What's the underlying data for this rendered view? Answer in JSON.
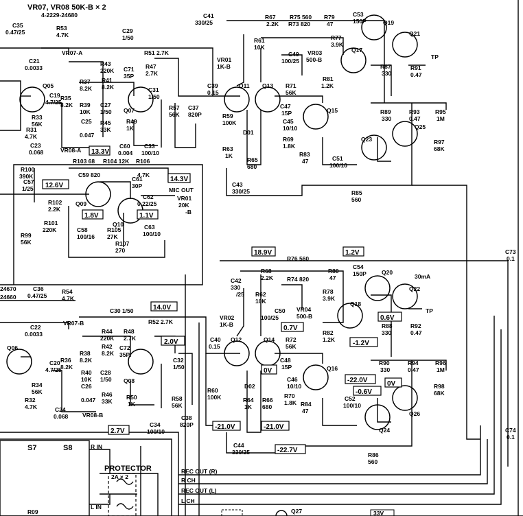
{
  "header": {
    "title": "VR07, VR08  50K-B × 2",
    "part_number": "4-2229-24680"
  },
  "voltage_boxes": [
    {
      "id": "v1",
      "text": "13.3V"
    },
    {
      "id": "v2",
      "text": "12.6V"
    },
    {
      "id": "v3",
      "text": "1.8V"
    },
    {
      "id": "v4",
      "text": "1.1V"
    },
    {
      "id": "v5",
      "text": "14.3V"
    },
    {
      "id": "v6",
      "text": "18.9V"
    },
    {
      "id": "v7",
      "text": "1.2V"
    },
    {
      "id": "v8",
      "text": "14.0V"
    },
    {
      "id": "v9",
      "text": "2.0V"
    },
    {
      "id": "v10",
      "text": "0.7V"
    },
    {
      "id": "v11",
      "text": "0V"
    },
    {
      "id": "v12",
      "text": "0.6V"
    },
    {
      "id": "v13",
      "text": "-1.2V"
    },
    {
      "id": "v14",
      "text": "-22.0V"
    },
    {
      "id": "v15",
      "text": "-0.6V"
    },
    {
      "id": "v16",
      "text": "0V"
    },
    {
      "id": "v17",
      "text": "2.7V"
    },
    {
      "id": "v18",
      "text": "-21.0V"
    },
    {
      "id": "v19",
      "text": "-21.0V"
    },
    {
      "id": "v20",
      "text": "-22.7V"
    }
  ],
  "transistors": [
    "Q05",
    "Q07",
    "Q09",
    "Q10",
    "Q11",
    "Q13",
    "Q15",
    "Q17",
    "Q19",
    "Q21",
    "Q23",
    "Q25",
    "Q06",
    "Q08",
    "Q12",
    "Q14",
    "Q16",
    "Q18",
    "Q20",
    "Q22",
    "Q24",
    "Q26",
    "Q27"
  ],
  "labels": [
    {
      "id": "c35",
      "text": "C35"
    },
    {
      "id": "c35v",
      "text": "0.47/25"
    },
    {
      "id": "r53",
      "text": "R53"
    },
    {
      "id": "r53v",
      "text": "4.7K"
    },
    {
      "id": "c21",
      "text": "C21"
    },
    {
      "id": "c21v",
      "text": "0.0033"
    },
    {
      "id": "vr07a",
      "text": "VR07-A"
    },
    {
      "id": "c29",
      "text": "C29"
    },
    {
      "id": "c29v",
      "text": "1/50"
    },
    {
      "id": "r51",
      "text": "R51  2.7K"
    },
    {
      "id": "r43",
      "text": "R43"
    },
    {
      "id": "r43v",
      "text": "220K"
    },
    {
      "id": "c71",
      "text": "C71"
    },
    {
      "id": "c71v",
      "text": "35P"
    },
    {
      "id": "r47",
      "text": "R47"
    },
    {
      "id": "r47v",
      "text": "2.7K"
    },
    {
      "id": "r37",
      "text": "R37"
    },
    {
      "id": "r37v",
      "text": "8.2K"
    },
    {
      "id": "r41",
      "text": "R41"
    },
    {
      "id": "r41v",
      "text": "8.2K"
    },
    {
      "id": "c31",
      "text": "C31"
    },
    {
      "id": "c31v",
      "text": "1/50"
    },
    {
      "id": "c19",
      "text": "C19"
    },
    {
      "id": "c19v",
      "text": "4.7/25"
    },
    {
      "id": "r35",
      "text": "R35"
    },
    {
      "id": "r35v",
      "text": "8.2K"
    },
    {
      "id": "r39",
      "text": "R39"
    },
    {
      "id": "r39v",
      "text": "10K"
    },
    {
      "id": "c27",
      "text": "C27"
    },
    {
      "id": "c27v",
      "text": "1/50"
    },
    {
      "id": "r57",
      "text": "R57"
    },
    {
      "id": "r57v",
      "text": "56K"
    },
    {
      "id": "c37",
      "text": "C37"
    },
    {
      "id": "c37v",
      "text": "820P"
    },
    {
      "id": "r33",
      "text": "R33"
    },
    {
      "id": "r33v",
      "text": "56K"
    },
    {
      "id": "c25",
      "text": "C25"
    },
    {
      "id": "c25v",
      "text": "0.047"
    },
    {
      "id": "r45",
      "text": "R45"
    },
    {
      "id": "r45v",
      "text": "33K"
    },
    {
      "id": "r49",
      "text": "R49"
    },
    {
      "id": "r49v",
      "text": "1K"
    },
    {
      "id": "r31",
      "text": "R31"
    },
    {
      "id": "r31v",
      "text": "4.7K"
    },
    {
      "id": "c23",
      "text": "C23"
    },
    {
      "id": "c23v",
      "text": "0.068"
    },
    {
      "id": "vr08a",
      "text": "VR08-A"
    },
    {
      "id": "c60",
      "text": "C60"
    },
    {
      "id": "c60v",
      "text": "0.004"
    },
    {
      "id": "c33",
      "text": "C33"
    },
    {
      "id": "c33v",
      "text": "100/10"
    },
    {
      "id": "r100",
      "text": "R100"
    },
    {
      "id": "r100v",
      "text": "390K"
    },
    {
      "id": "c57",
      "text": "C57"
    },
    {
      "id": "c57v",
      "text": "1/25"
    },
    {
      "id": "r103",
      "text": "R103  68"
    },
    {
      "id": "r104",
      "text": "R104  12K"
    },
    {
      "id": "r106",
      "text": "R106"
    },
    {
      "id": "c59",
      "text": "C59  820"
    },
    {
      "id": "r106v",
      "text": "4.7K"
    },
    {
      "id": "c61",
      "text": "C61"
    },
    {
      "id": "c61v",
      "text": "30P"
    },
    {
      "id": "micout",
      "text": "MIC OUT"
    },
    {
      "id": "vr01b",
      "text": "VR01"
    },
    {
      "id": "vr01bv",
      "text": "20K"
    },
    {
      "id": "vr01bb",
      "text": "-B"
    },
    {
      "id": "r102",
      "text": "R102"
    },
    {
      "id": "r102v",
      "text": "2.2K"
    },
    {
      "id": "c62",
      "text": "C62"
    },
    {
      "id": "c62v",
      "text": "0.22/25"
    },
    {
      "id": "r101",
      "text": "R101"
    },
    {
      "id": "r101v",
      "text": "220K"
    },
    {
      "id": "c58",
      "text": "C58"
    },
    {
      "id": "c58v",
      "text": "100/16"
    },
    {
      "id": "r105",
      "text": "R105"
    },
    {
      "id": "r105v",
      "text": "27K"
    },
    {
      "id": "c63",
      "text": "C63"
    },
    {
      "id": "c63v",
      "text": "100/10"
    },
    {
      "id": "r99",
      "text": "R99"
    },
    {
      "id": "r99v",
      "text": "56K"
    },
    {
      "id": "r107",
      "text": "R107"
    },
    {
      "id": "r107v",
      "text": "270"
    },
    {
      "id": "c41",
      "text": "C41"
    },
    {
      "id": "c41v",
      "text": "330/25"
    },
    {
      "id": "r67",
      "text": "R67"
    },
    {
      "id": "r67v",
      "text": "2.2K"
    },
    {
      "id": "r75",
      "text": "R75  560"
    },
    {
      "id": "r73",
      "text": "R73  820"
    },
    {
      "id": "r79",
      "text": "R79"
    },
    {
      "id": "r79v",
      "text": "47"
    },
    {
      "id": "c53",
      "text": "C53"
    },
    {
      "id": "c53v",
      "text": "150P"
    },
    {
      "id": "r61",
      "text": "R61"
    },
    {
      "id": "r61v",
      "text": "10K"
    },
    {
      "id": "r77",
      "text": "R77"
    },
    {
      "id": "r77v",
      "text": "3.9K"
    },
    {
      "id": "c49",
      "text": "C49"
    },
    {
      "id": "c49v",
      "text": "100/25"
    },
    {
      "id": "vr03",
      "text": "VR03"
    },
    {
      "id": "vr03v",
      "text": "500-B"
    },
    {
      "id": "tp1",
      "text": "TP"
    },
    {
      "id": "vr01",
      "text": "VR01"
    },
    {
      "id": "vr01v",
      "text": "1K-B"
    },
    {
      "id": "r87",
      "text": "R87"
    },
    {
      "id": "r87v",
      "text": "330"
    },
    {
      "id": "r91",
      "text": "R91"
    },
    {
      "id": "r91v",
      "text": "0.47"
    },
    {
      "id": "r81",
      "text": "R81"
    },
    {
      "id": "r81v",
      "text": "1.2K"
    },
    {
      "id": "c39",
      "text": "C39"
    },
    {
      "id": "c39v",
      "text": "0.15"
    },
    {
      "id": "r71",
      "text": "R71"
    },
    {
      "id": "r71v",
      "text": "56K"
    },
    {
      "id": "c47",
      "text": "C47"
    },
    {
      "id": "c47v",
      "text": "15P"
    },
    {
      "id": "r59",
      "text": "R59"
    },
    {
      "id": "r59v",
      "text": "100K"
    },
    {
      "id": "c45",
      "text": "C45"
    },
    {
      "id": "c45v",
      "text": "10/10"
    },
    {
      "id": "d01",
      "text": "D01"
    },
    {
      "id": "r89",
      "text": "R89"
    },
    {
      "id": "r89v",
      "text": "330"
    },
    {
      "id": "r93",
      "text": "R93"
    },
    {
      "id": "r93v",
      "text": "0.47"
    },
    {
      "id": "r95",
      "text": "R95"
    },
    {
      "id": "r95v",
      "text": "1M"
    },
    {
      "id": "r69",
      "text": "R69"
    },
    {
      "id": "r69v",
      "text": "1.8K"
    },
    {
      "id": "r97",
      "text": "R97"
    },
    {
      "id": "r97v",
      "text": "68K"
    },
    {
      "id": "r63",
      "text": "R63"
    },
    {
      "id": "r63v",
      "text": "1K"
    },
    {
      "id": "r83",
      "text": "R83"
    },
    {
      "id": "r83v",
      "text": "47"
    },
    {
      "id": "c51",
      "text": "C51"
    },
    {
      "id": "c51v",
      "text": "100/10"
    },
    {
      "id": "r65",
      "text": "R65"
    },
    {
      "id": "r65v",
      "text": "680"
    },
    {
      "id": "c43",
      "text": "C43"
    },
    {
      "id": "c43v",
      "text": "330/25"
    },
    {
      "id": "r85",
      "text": "R85"
    },
    {
      "id": "r85v",
      "text": "560"
    },
    {
      "id": "c73",
      "text": "C73"
    },
    {
      "id": "c73v",
      "text": "0.1"
    },
    {
      "id": "r76",
      "text": "R76  560"
    },
    {
      "id": "c42",
      "text": "C42"
    },
    {
      "id": "c42v",
      "text": "330"
    },
    {
      "id": "c42w",
      "text": "/25"
    },
    {
      "id": "r68",
      "text": "R68"
    },
    {
      "id": "r68v",
      "text": "2.2K"
    },
    {
      "id": "r74",
      "text": "R74  820"
    },
    {
      "id": "r80",
      "text": "R80"
    },
    {
      "id": "r80v",
      "text": "47"
    },
    {
      "id": "c54",
      "text": "C54"
    },
    {
      "id": "c54v",
      "text": "150P"
    },
    {
      "id": "i30",
      "text": "30mA"
    },
    {
      "id": "r62",
      "text": "R62"
    },
    {
      "id": "r62v",
      "text": "10K"
    },
    {
      "id": "r78",
      "text": "R78"
    },
    {
      "id": "r78v",
      "text": "3.9K"
    },
    {
      "id": "c36",
      "text": "C36"
    },
    {
      "id": "c36v",
      "text": "0.47/25"
    },
    {
      "id": "r54",
      "text": "R54"
    },
    {
      "id": "r54v",
      "text": "4.7K"
    },
    {
      "id": "n24670",
      "text": "24670"
    },
    {
      "id": "n24660",
      "text": "24660"
    },
    {
      "id": "c50",
      "text": "C50"
    },
    {
      "id": "c50v",
      "text": "100/25"
    },
    {
      "id": "vr04",
      "text": "VR04"
    },
    {
      "id": "vr04v",
      "text": "500-B"
    },
    {
      "id": "tp2",
      "text": "TP"
    },
    {
      "id": "c30",
      "text": "C30  1/50"
    },
    {
      "id": "c22",
      "text": "C22"
    },
    {
      "id": "c22v",
      "text": "0.0033"
    },
    {
      "id": "vr07b",
      "text": "VR07-B"
    },
    {
      "id": "r44",
      "text": "R44"
    },
    {
      "id": "r44v",
      "text": "220K"
    },
    {
      "id": "r48",
      "text": "R48"
    },
    {
      "id": "r48v",
      "text": "2.7K"
    },
    {
      "id": "r52",
      "text": "R52  2.7K"
    },
    {
      "id": "vr02",
      "text": "VR02"
    },
    {
      "id": "vr02v",
      "text": "1K-B"
    },
    {
      "id": "r82",
      "text": "R82"
    },
    {
      "id": "r82v",
      "text": "1.2K"
    },
    {
      "id": "r88",
      "text": "R88"
    },
    {
      "id": "r88v",
      "text": "330"
    },
    {
      "id": "r92",
      "text": "R92"
    },
    {
      "id": "r92v",
      "text": "0.47"
    },
    {
      "id": "r38",
      "text": "R38"
    },
    {
      "id": "r38v",
      "text": "8.2K"
    },
    {
      "id": "r42",
      "text": "R42"
    },
    {
      "id": "r42v",
      "text": "8.2K"
    },
    {
      "id": "c72",
      "text": "C72"
    },
    {
      "id": "c72v",
      "text": "35P"
    },
    {
      "id": "c32",
      "text": "C32"
    },
    {
      "id": "c32v",
      "text": "1/50"
    },
    {
      "id": "c40",
      "text": "C40"
    },
    {
      "id": "c40v",
      "text": "0.15"
    },
    {
      "id": "r72",
      "text": "R72"
    },
    {
      "id": "r72v",
      "text": "56K"
    },
    {
      "id": "c48",
      "text": "C48"
    },
    {
      "id": "c48v",
      "text": "15P"
    },
    {
      "id": "c20",
      "text": "C20"
    },
    {
      "id": "c20v",
      "text": "4.7/25"
    },
    {
      "id": "r36",
      "text": "R36"
    },
    {
      "id": "r36v",
      "text": "8.2K"
    },
    {
      "id": "r40",
      "text": "R40"
    },
    {
      "id": "r40v",
      "text": "10K"
    },
    {
      "id": "c28",
      "text": "C28"
    },
    {
      "id": "c28v",
      "text": "1/50"
    },
    {
      "id": "r90",
      "text": "R90"
    },
    {
      "id": "r90v",
      "text": "330"
    },
    {
      "id": "r94",
      "text": "R94"
    },
    {
      "id": "r94v",
      "text": "0.47"
    },
    {
      "id": "r96",
      "text": "R96"
    },
    {
      "id": "r96v",
      "text": "1M"
    },
    {
      "id": "c46",
      "text": "C46"
    },
    {
      "id": "c46v",
      "text": "10/10"
    },
    {
      "id": "d02",
      "text": "D02"
    },
    {
      "id": "r34",
      "text": "R34"
    },
    {
      "id": "r34v",
      "text": "56K"
    },
    {
      "id": "c26",
      "text": "C26"
    },
    {
      "id": "c26v",
      "text": "0.047"
    },
    {
      "id": "r46",
      "text": "R46"
    },
    {
      "id": "r46v",
      "text": "33K"
    },
    {
      "id": "r50",
      "text": "R50"
    },
    {
      "id": "r50v",
      "text": "1K"
    },
    {
      "id": "r58",
      "text": "R58"
    },
    {
      "id": "r58v",
      "text": "56K"
    },
    {
      "id": "r60",
      "text": "R60"
    },
    {
      "id": "r60v",
      "text": "100K"
    },
    {
      "id": "r64",
      "text": "R64"
    },
    {
      "id": "r64v",
      "text": "1K"
    },
    {
      "id": "r66",
      "text": "R66"
    },
    {
      "id": "r66v",
      "text": "680"
    },
    {
      "id": "r70",
      "text": "R70"
    },
    {
      "id": "r70v",
      "text": "1.8K"
    },
    {
      "id": "r84",
      "text": "R84"
    },
    {
      "id": "r84v",
      "text": "47"
    },
    {
      "id": "c52",
      "text": "C52"
    },
    {
      "id": "c52v",
      "text": "100/10"
    },
    {
      "id": "r98",
      "text": "R98"
    },
    {
      "id": "r98v",
      "text": "68K"
    },
    {
      "id": "r32",
      "text": "R32"
    },
    {
      "id": "r32v",
      "text": "4.7K"
    },
    {
      "id": "c24",
      "text": "C24"
    },
    {
      "id": "c24v",
      "text": "0.068"
    },
    {
      "id": "vr08b",
      "text": "VR08-B"
    },
    {
      "id": "c38",
      "text": "C38"
    },
    {
      "id": "c38v",
      "text": "820P"
    },
    {
      "id": "c34",
      "text": "C34"
    },
    {
      "id": "c34v",
      "text": "100/10"
    },
    {
      "id": "c74",
      "text": "C74"
    },
    {
      "id": "c74v",
      "text": "0.1"
    },
    {
      "id": "c44",
      "text": "C44"
    },
    {
      "id": "c44v",
      "text": "330/25"
    },
    {
      "id": "r86",
      "text": "R86"
    },
    {
      "id": "r86v",
      "text": "560"
    },
    {
      "id": "s7",
      "text": "S7"
    },
    {
      "id": "s8",
      "text": "S8"
    },
    {
      "id": "rin",
      "text": "R IN"
    },
    {
      "id": "lin",
      "text": "L IN"
    },
    {
      "id": "protector",
      "text": "PROTECTOR"
    },
    {
      "id": "fuse",
      "text": "2A × 2"
    },
    {
      "id": "recr",
      "text": "REC OUT (R)"
    },
    {
      "id": "rch",
      "text": "R CH"
    },
    {
      "id": "recl",
      "text": "REC OUT (L)"
    },
    {
      "id": "lch",
      "text": "L CH"
    },
    {
      "id": "r09",
      "text": "R09"
    },
    {
      "id": "v33",
      "text": "33V"
    }
  ]
}
